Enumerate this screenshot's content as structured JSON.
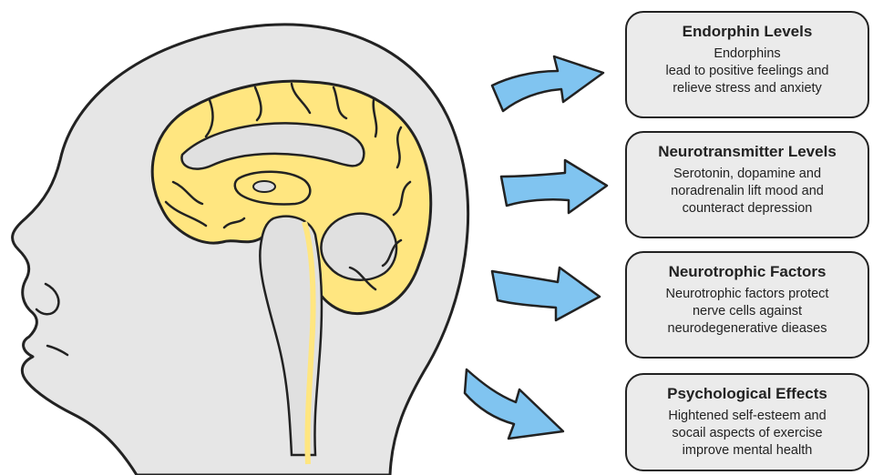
{
  "colors": {
    "head_fill": "#e6e6e6",
    "brain_fill": "#ffe680",
    "arrow_fill": "#80c4f0",
    "box_fill": "#ebebeb",
    "outline": "#222222"
  },
  "icons": {
    "head": "human-head-profile",
    "brain": "brain-sagittal-section",
    "arrow": "curved-arrow"
  },
  "boxes": [
    {
      "title": "Endorphin Levels",
      "lines": [
        "Endorphins",
        "lead to positive feelings and",
        "relieve stress and anxiety"
      ]
    },
    {
      "title": "Neurotransmitter Levels",
      "lines": [
        "Serotonin, dopamine and",
        "noradrenalin lift mood and",
        "counteract depression"
      ]
    },
    {
      "title": "Neurotrophic Factors",
      "lines": [
        "Neurotrophic factors protect",
        "nerve cells against",
        "neurodegenerative dieases"
      ]
    },
    {
      "title": "Psychological Effects",
      "lines": [
        "Hightened self-esteem and",
        "socail aspects of exercise",
        "improve mental health"
      ]
    }
  ]
}
